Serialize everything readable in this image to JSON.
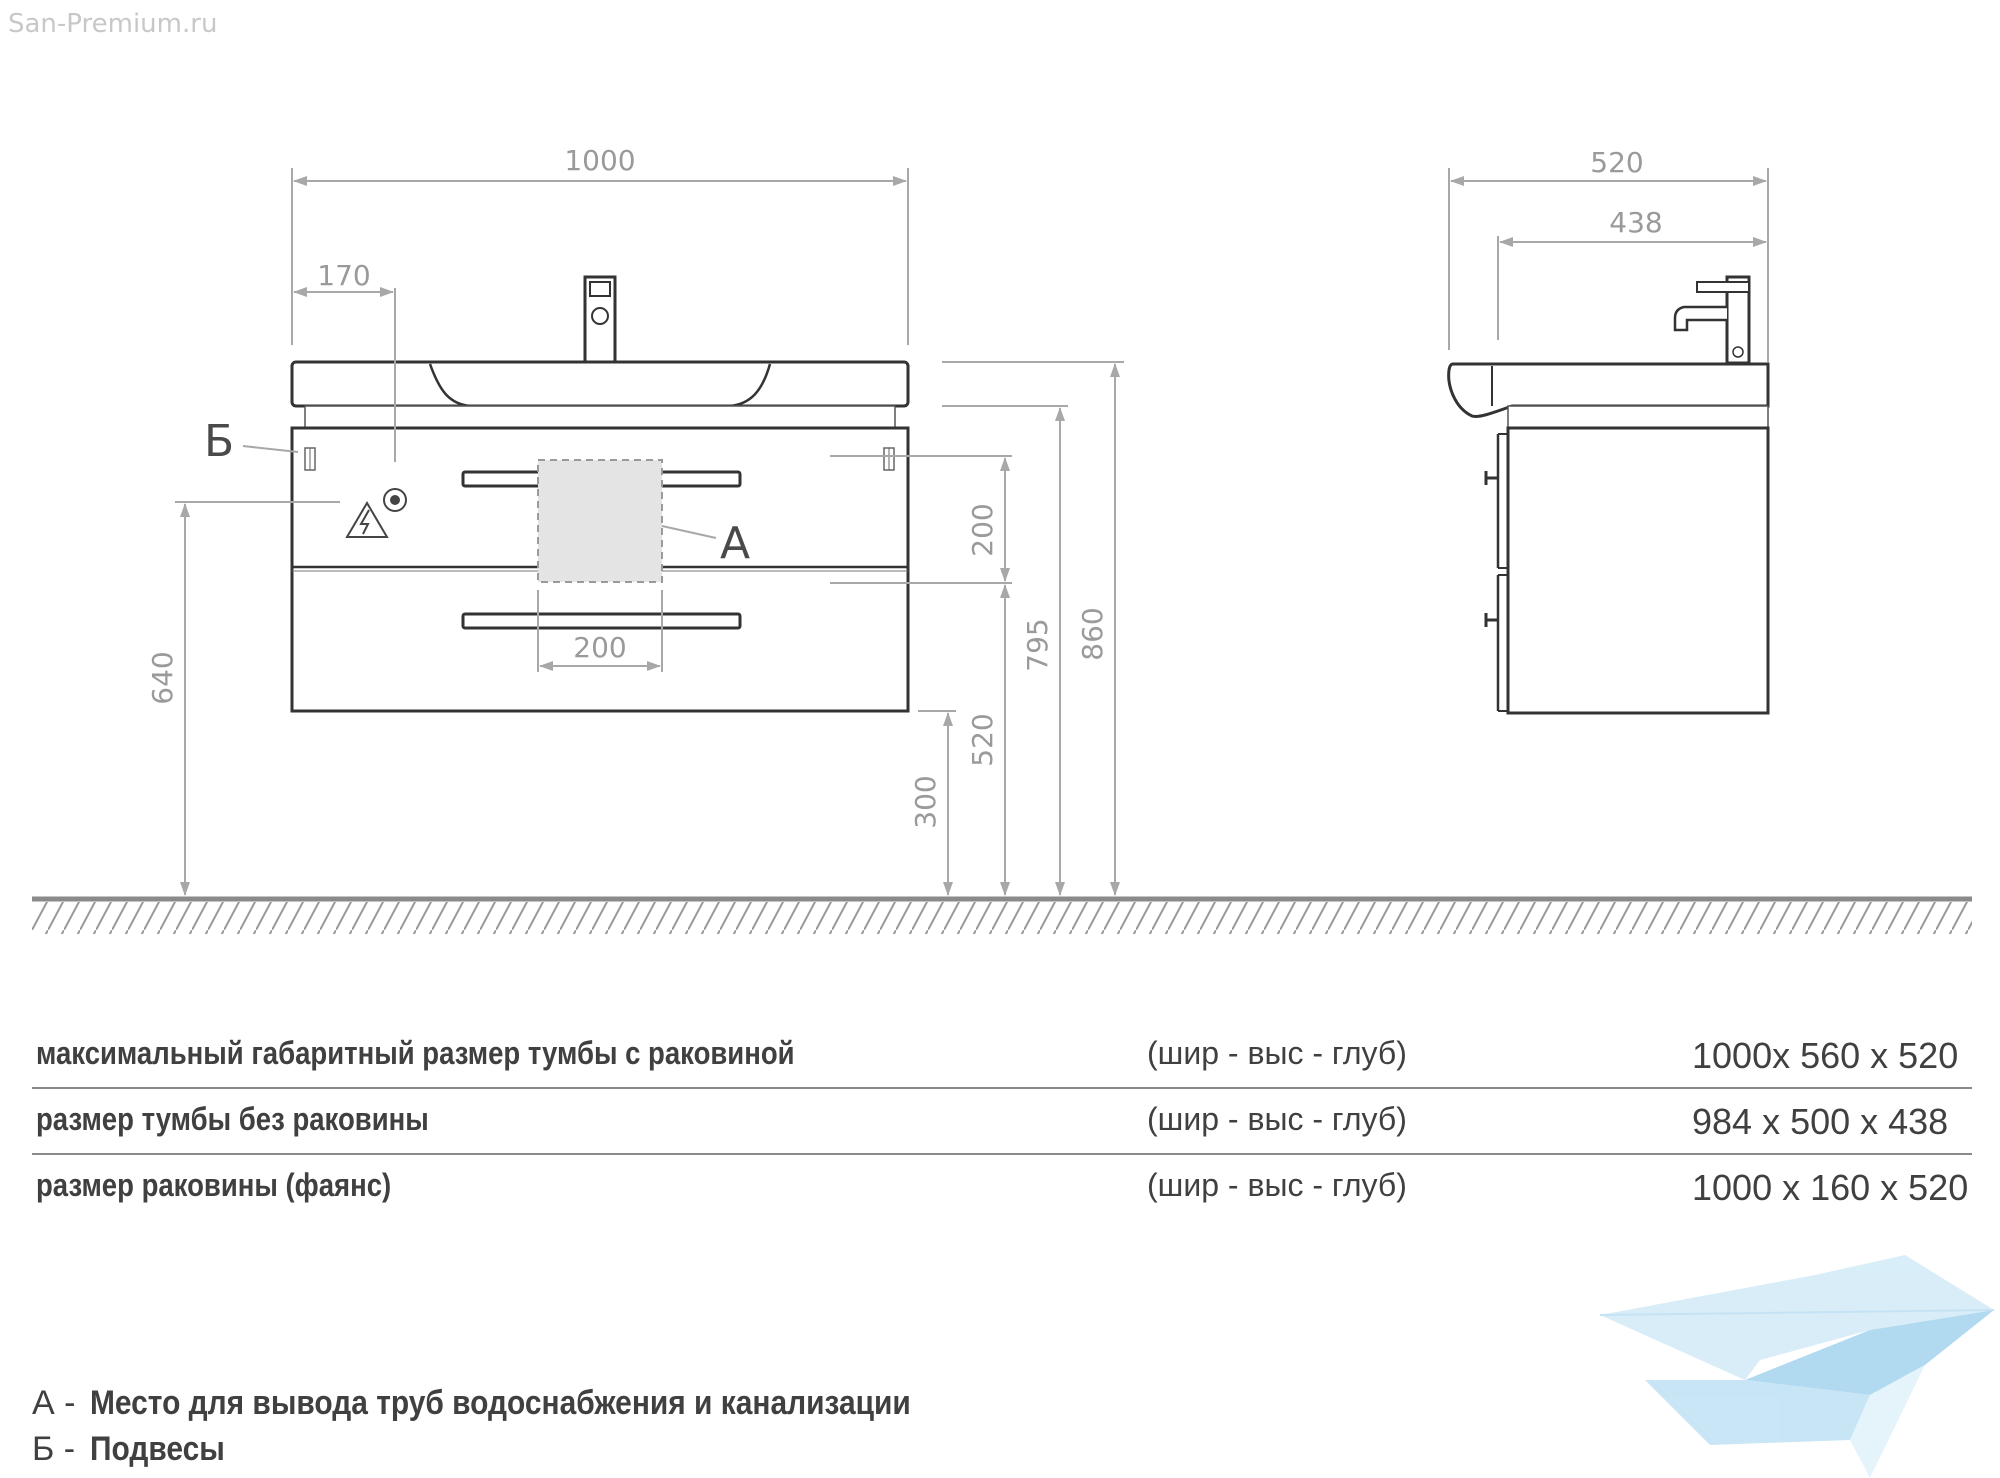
{
  "watermark": "San-Premium.ru",
  "front_view": {
    "dims": {
      "total_width": "1000",
      "offset_left": "170",
      "zone_width": "200",
      "drawer_height": "200",
      "height_640": "640",
      "height_300": "300",
      "height_520": "520",
      "height_795": "795",
      "height_860": "860"
    },
    "callouts": {
      "a": "А",
      "b": "Б"
    }
  },
  "side_view": {
    "dims": {
      "total_depth": "520",
      "cabinet_depth": "438"
    }
  },
  "specs": [
    {
      "label": "максимальный габаритный размер тумбы с раковиной",
      "unit": "(шир - выс - глуб)",
      "value": "1000х 560 х 520"
    },
    {
      "label": "размер тумбы без раковины",
      "unit": "(шир - выс - глуб)",
      "value": "984 х 500 х 438"
    },
    {
      "label": "размер раковины (фаянс)",
      "unit": "(шир - выс - глуб)",
      "value": "1000 х 160 х 520"
    }
  ],
  "legend": [
    {
      "key": "А -",
      "text": "Место для вывода труб водоснабжения и канализации"
    },
    {
      "key": "Б -",
      "text": "Подвесы"
    }
  ],
  "colors": {
    "line": "#333333",
    "dim": "#a8a8a8",
    "zone_fill": "#e4e4e4",
    "logo": "#a9d6ef"
  }
}
